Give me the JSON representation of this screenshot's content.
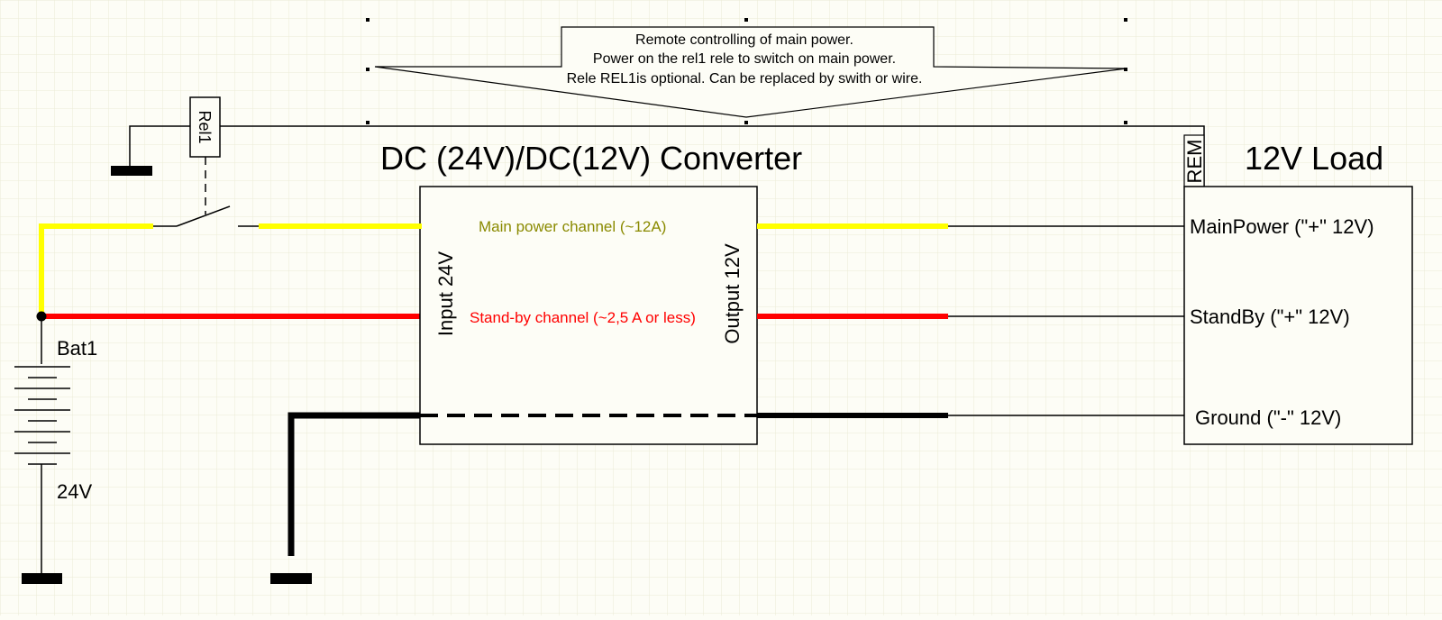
{
  "diagram": {
    "converter_title": "DC (24V)/DC(12V) Converter",
    "load_title": "12V Load",
    "callout": {
      "line1": "Remote controlling of main power.",
      "line2": "Power on the rel1 rele to switch on main power.",
      "line3": "Rele REL1is optional. Can be replaced by swith or wire."
    },
    "relay_label": "Rel1",
    "rem_label": "REM",
    "battery_name": "Bat1",
    "battery_voltage": "24V",
    "converter_input": "Input 24V",
    "converter_output": "Output 12V",
    "main_channel": "Main power channel (~12A)",
    "standby_channel": "Stand-by channel (~2,5 A or less)",
    "load_main": "MainPower (\"+\" 12V)",
    "load_standby": "StandBy (\"+\" 12V)",
    "load_ground": "Ground (\"-\" 12V)",
    "colors": {
      "main_wire": "#ffff00",
      "standby_wire": "#ff0000",
      "ground_wire": "#000000",
      "main_text": "#8a8a00",
      "standby_text": "#ff0000",
      "grid": "#ecebd6",
      "background": "#fdfdf6"
    }
  }
}
